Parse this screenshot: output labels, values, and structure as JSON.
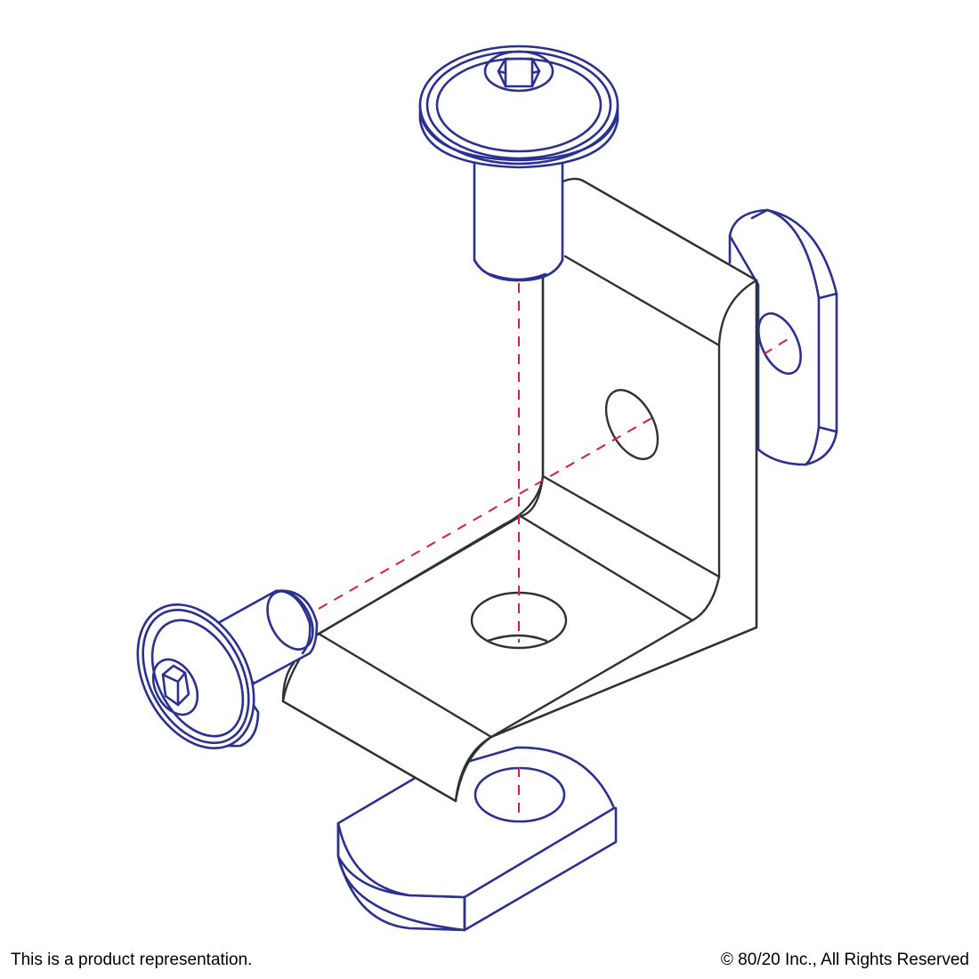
{
  "caption_left": "This is a product representation.",
  "caption_right": "© 80/20 Inc., All Rights Reserved",
  "colors": {
    "fastener_line": "#2b3190",
    "bracket_line": "#2d3236",
    "center_line": "#d62038",
    "background": "#ffffff"
  },
  "parts": [
    "button-head-screw",
    "button-head-screw",
    "l-bracket",
    "t-nut",
    "t-nut"
  ]
}
